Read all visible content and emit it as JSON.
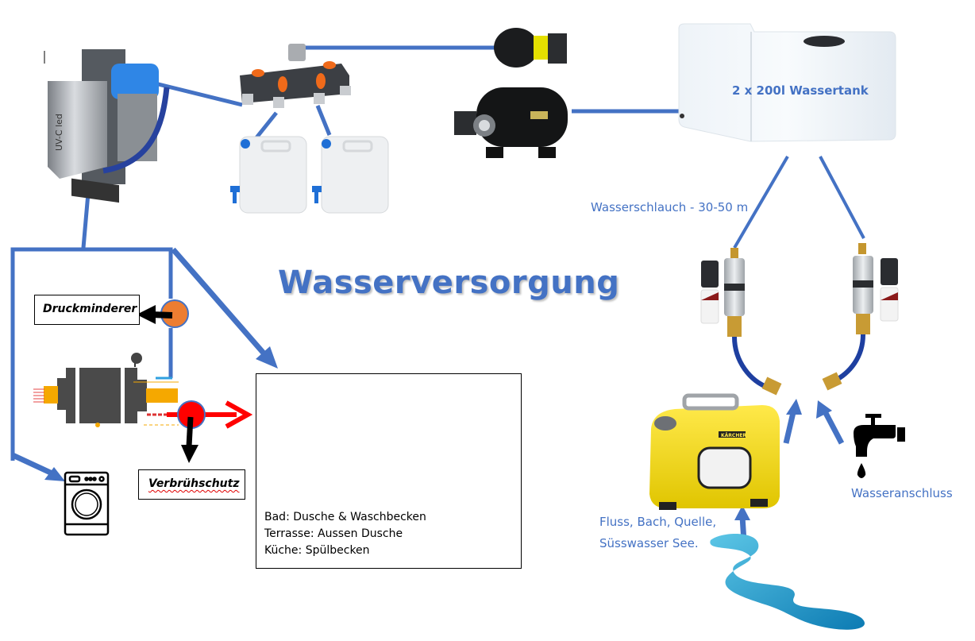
{
  "diagram": {
    "title": "Wasserversorgung",
    "colors": {
      "pipe": "#4472c4",
      "hot_water": "#ff0000",
      "pressure_reducer": "#ed7d31",
      "text_blue": "#4472c4",
      "river": "#3aa9d6"
    },
    "components": {
      "uv_filter": {
        "label": "UV-C led",
        "icon": "uv-filter-unit"
      },
      "distributor": {
        "icon": "hose-distributor-4-way"
      },
      "canisters": {
        "icon": "water-canister",
        "count": 2
      },
      "booster_pump": {
        "icon": "booster-pump-with-tank"
      },
      "water_tank": {
        "label": "2 x 200l Wassertank",
        "icon": "water-tank"
      },
      "hose": {
        "label": "Wasserschlauch -  30-50 m"
      },
      "inline_filters": {
        "icon": "inline-water-filter",
        "count": 2
      },
      "garden_pump": {
        "icon": "garden-pump",
        "brand": "KÄRCHER"
      },
      "natural_source": {
        "label_line1": "Fluss, Bach, Quelle,",
        "label_line2": "Süsswasser See.",
        "icon": "river"
      },
      "tap": {
        "label": "Wasseranschluss",
        "icon": "water-tap"
      },
      "pressure_reducer": {
        "label": "Druckminderer"
      },
      "water_heater": {
        "icon": "water-heater"
      },
      "scald_protection": {
        "label": "Verbrühschutz"
      },
      "washing_machine": {
        "icon": "washing-machine"
      },
      "consumers": {
        "icons": [
          "shower-person",
          "kitchen-sink",
          "wash-basin"
        ],
        "lines": [
          "Bad: Dusche & Waschbecken",
          "Terrasse: Aussen Dusche",
          "Küche: Spülbecken"
        ]
      }
    }
  }
}
